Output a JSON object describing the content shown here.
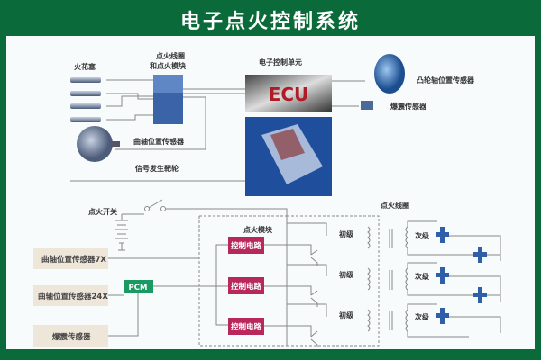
{
  "title": "电子点火控制系统",
  "top": {
    "spark_plugs": "火花塞",
    "coil_module_line1": "点火线圈",
    "coil_module_line2": "和点火模块",
    "ecu_label": "电子控制单元",
    "ecu_text": "ECU",
    "cam_sensor": "凸轮轴位置传感器",
    "knock_sensor": "爆震传感器",
    "crank_sensor": "曲轴位置传感器",
    "reluctor_wheel": "信号发生靶轮"
  },
  "bottom": {
    "ignition_switch": "点火开关",
    "ignition_coil": "点火线圈",
    "ignition_module": "点火模块",
    "inputs": [
      "曲轴位置传感器7X",
      "曲轴位置传感器24X",
      "爆震传感器"
    ],
    "pcm": "PCM",
    "control_circuits": [
      "控制电路",
      "控制电路",
      "控制电路"
    ],
    "primary": [
      "初级",
      "初级",
      "初级"
    ],
    "secondary": [
      "次级",
      "次级",
      "次级"
    ]
  },
  "colors": {
    "frame": "#0b6a3a",
    "control": "#b8285a",
    "pcm": "#1a9a63",
    "input_box": "#efe6da"
  }
}
